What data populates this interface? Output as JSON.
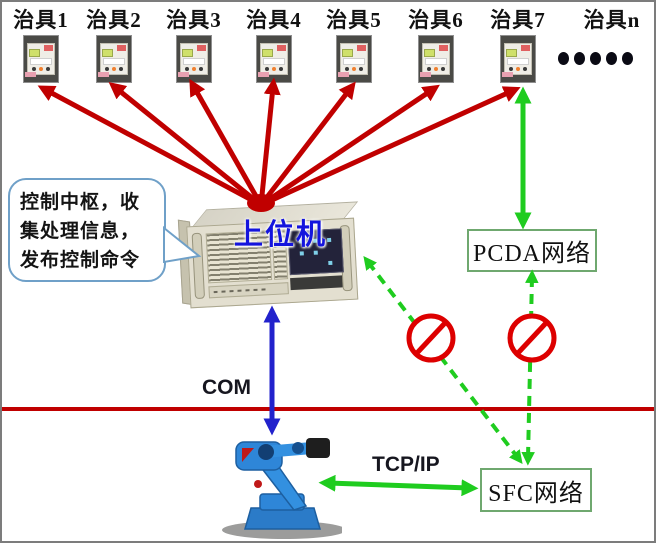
{
  "jigs": {
    "labels": [
      "治具1",
      "治具2",
      "治具3",
      "治具4",
      "治具5",
      "治具6",
      "治具7",
      "治具n"
    ],
    "ellipsis_dots": 5
  },
  "callout": {
    "line1": "控制中枢，收",
    "line2": "集处理信息，",
    "line3": "发布控制命令"
  },
  "host_computer": {
    "label": "上位机"
  },
  "network_boxes": {
    "pcda": "PCDA网络",
    "sfc": "SFC网络"
  },
  "links": {
    "com": "COM",
    "tcpip": "TCP/IP"
  },
  "colors": {
    "red_arrow": "#c00000",
    "divider_red": "#c00000",
    "green_arrow": "#1fcc1f",
    "blue_arrow": "#2222cc",
    "prohibition_red": "#dd0000",
    "host_label_blue": "#1414dd",
    "netbox_border_green": "#6fa86f",
    "callout_border_blue": "#6fa0c8"
  }
}
